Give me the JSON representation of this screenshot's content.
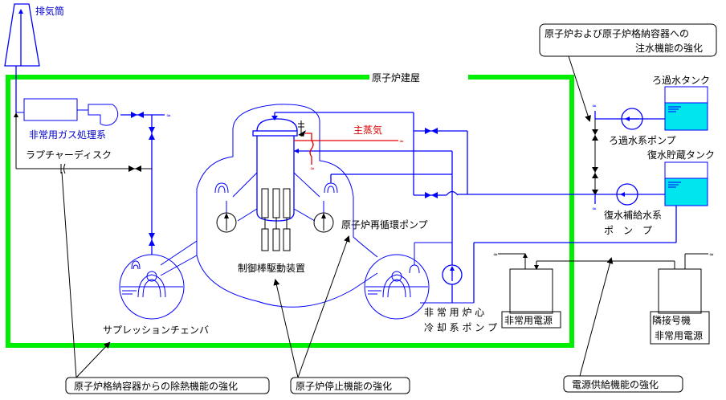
{
  "colors": {
    "building": "#00ee00",
    "pipe": "#0000ff",
    "steam": "#e00000",
    "water": "#00e5ee",
    "text": "#000000"
  },
  "labels": {
    "exhaust_stack": "排気筒",
    "reactor_building": "原子炉建屋",
    "emergency_gas_treatment": "非常用ガス処理系",
    "rupture_disk": "ラプチャーディスク",
    "main_steam": "主蒸気",
    "recirculation_pump": "原子炉再循環ポンプ",
    "control_rod_drive": "制御棒駆動装置",
    "suppression_chamber": "サプレッションチェンバ",
    "eccs_pump_line1": "非 常 用 炉 心",
    "eccs_pump_line2": "冷 却 系 ポ ン プ",
    "emergency_power": "非常用電源",
    "adjacent_unit_power_line1": "隣接号機",
    "adjacent_unit_power_line2": "非常用電源",
    "filtered_water_tank": "ろ過水タンク",
    "filtered_water_pump": "ろ過水系ポンプ",
    "condensate_storage_tank": "復水貯蔵タンク",
    "makeup_pump_line1": "復水補給水系",
    "makeup_pump_line2": "ポ　ン　プ"
  },
  "callouts": {
    "water_injection_line1": "原子炉および原子炉格納容器への",
    "water_injection_line2": "注水機能の強化",
    "heat_removal": "原子炉格納容器からの除熱機能の強化",
    "reactor_shutdown": "原子炉停止機能の強化",
    "power_supply": "電源供給機能の強化"
  }
}
